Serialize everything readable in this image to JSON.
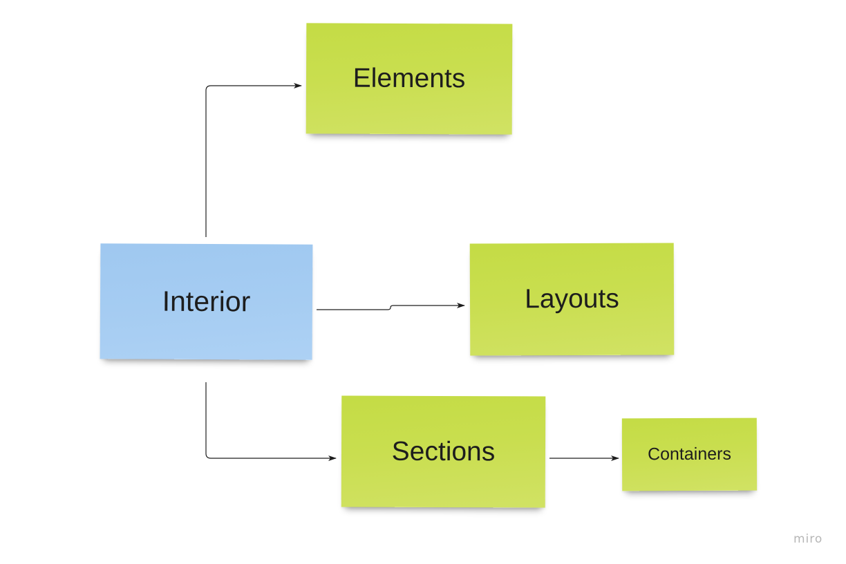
{
  "diagram": {
    "nodes": [
      {
        "id": "interior",
        "label": "Interior",
        "color": "#a5ccf2"
      },
      {
        "id": "elements",
        "label": "Elements",
        "color": "#c9de4f"
      },
      {
        "id": "layouts",
        "label": "Layouts",
        "color": "#c9de4f"
      },
      {
        "id": "sections",
        "label": "Sections",
        "color": "#c9de4f"
      },
      {
        "id": "containers",
        "label": "Containers",
        "color": "#c9de4f"
      }
    ],
    "edges": [
      {
        "from": "interior",
        "to": "elements"
      },
      {
        "from": "interior",
        "to": "layouts"
      },
      {
        "from": "interior",
        "to": "sections"
      },
      {
        "from": "sections",
        "to": "containers"
      }
    ]
  },
  "watermark": "miro"
}
